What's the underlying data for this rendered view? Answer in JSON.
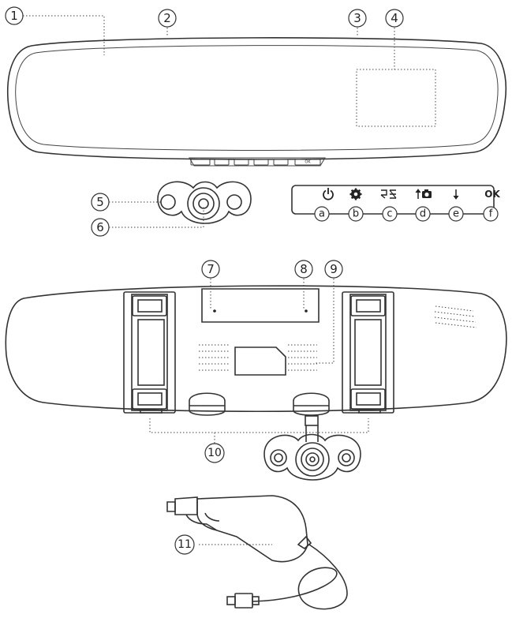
{
  "callouts": {
    "c1": "1",
    "c2": "2",
    "c3": "3",
    "c4": "4",
    "c5": "5",
    "c6": "6",
    "c7": "7",
    "c8": "8",
    "c9": "9",
    "c10": "10",
    "c11": "11"
  },
  "button_panel": {
    "ok_label": "OK",
    "letters": [
      "a",
      "b",
      "c",
      "d",
      "e",
      "f"
    ]
  },
  "mirror_buttons": {
    "ok_label": "OK"
  }
}
